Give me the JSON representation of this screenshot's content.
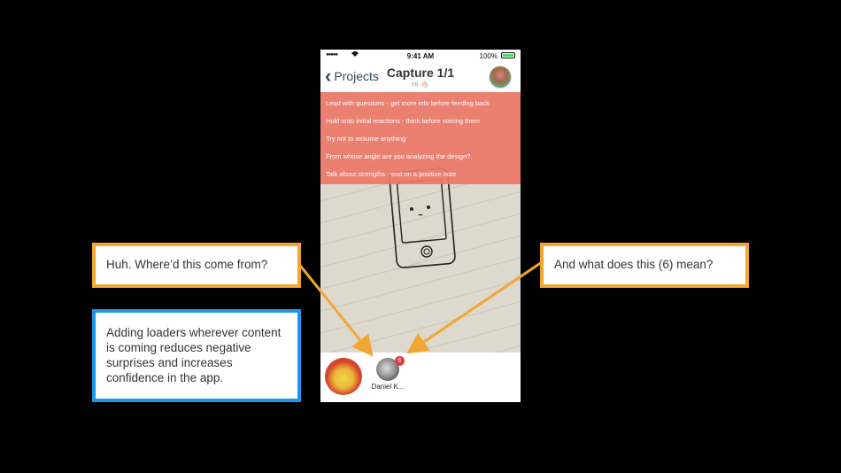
{
  "status_bar": {
    "time": "9:41 AM",
    "battery": "100%"
  },
  "nav": {
    "back_label": "Projects",
    "title": "Capture 1/1",
    "subtitle": "Hi 👋🏻"
  },
  "tips": [
    "Lead with questions - get more info before feeding back",
    "Hold onto initial reactions - think before voicing them",
    "Try not to assume anything",
    "From whose angle are you analyzing the design?",
    "Talk about strengths - end on a positive note"
  ],
  "bottom": {
    "user_name": "Daniel K...",
    "badge_count": "6"
  },
  "callouts": {
    "left_top": "Huh. Where’d this come from?",
    "right_top": "And what does this (6) mean?",
    "left_bottom": "Adding loaders wherever content is coming reduces negative surprises and increases confidence in the app."
  },
  "colors": {
    "callout_orange": "#f0a832",
    "callout_blue": "#1d96e8",
    "tips_bg": "#ec7869",
    "badge_red": "#e23a3a"
  }
}
